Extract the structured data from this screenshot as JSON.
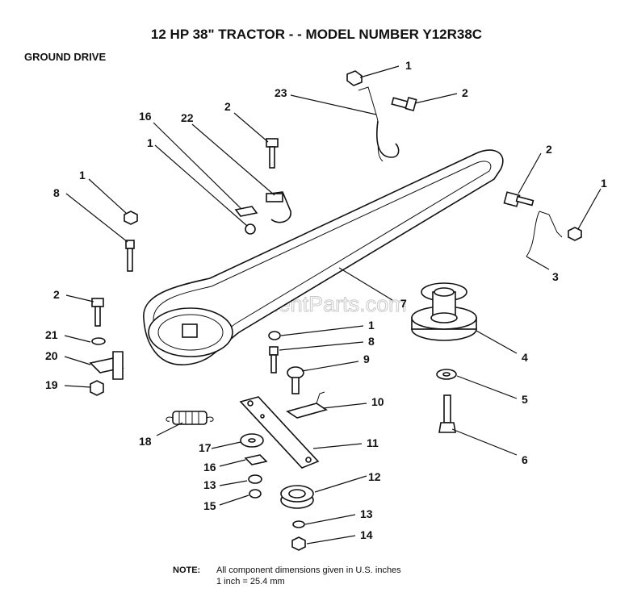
{
  "header": {
    "title": "12 HP 38\" TRACTOR - - MODEL NUMBER Y12R38C",
    "section": "GROUND DRIVE"
  },
  "watermark": "eReplacementParts.com",
  "note": {
    "label": "NOTE:",
    "line1": "All component dimensions given in U.S. inches",
    "line2": "1 inch = 25.4 mm"
  },
  "callouts": {
    "c1a": "1",
    "c2a": "2",
    "c23": "23",
    "c2b": "2",
    "c16a": "16",
    "c22": "22",
    "c1b": "1",
    "c2c": "2",
    "c1c": "1",
    "c8a": "8",
    "c2d": "2",
    "c1d": "1",
    "c3": "3",
    "c7": "7",
    "c2e": "2",
    "c21": "21",
    "c20": "20",
    "c19": "19",
    "c1e": "1",
    "c8b": "8",
    "c9": "9",
    "c4": "4",
    "c5": "5",
    "c10": "10",
    "c18": "18",
    "c11": "11",
    "c6": "6",
    "c17": "17",
    "c16b": "16",
    "c13a": "13",
    "c12": "12",
    "c15": "15",
    "c13b": "13",
    "c14": "14"
  }
}
